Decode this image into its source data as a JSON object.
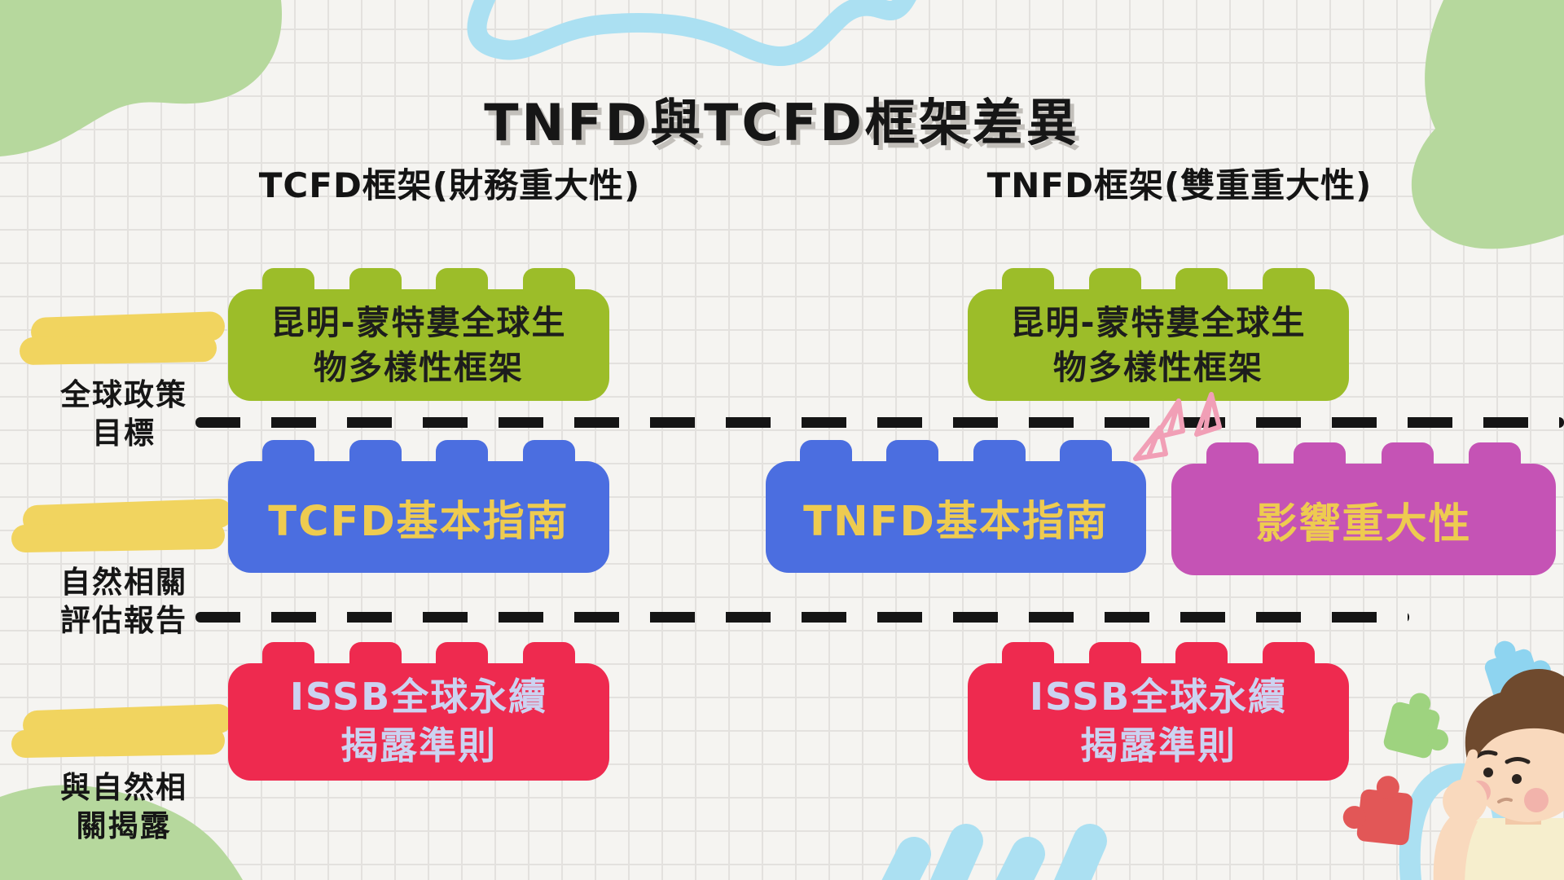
{
  "title": "TNFD與TCFD框架差異",
  "column_headers": {
    "tcfd": "TCFD框架(財務重大性)",
    "tnfd": "TNFD框架(雙重重大性)"
  },
  "row_labels": {
    "row1": "全球政策\n目標",
    "row2": "自然相關\n評估報告",
    "row3": "與自然相\n關揭露"
  },
  "blocks": {
    "kunming_tcfd": "昆明-蒙特婁全球生\n物多樣性框架",
    "kunming_tnfd": "昆明-蒙特婁全球生\n物多樣性框架",
    "tcfd_guide": "TCFD基本指南",
    "tnfd_guide": "TNFD基本指南",
    "impact_materiality": "影響重大性",
    "issb_tcfd": "ISSB全球永續\n揭露準則",
    "issb_tnfd": "ISSB全球永續\n揭露準則"
  },
  "icons": {
    "decorations": [
      "green-blob-top-left",
      "green-blob-top-right",
      "green-blob-bottom-left",
      "blue-squiggle-top",
      "blue-dashes-bottom",
      "paper-plane-doodles",
      "puzzle-piece-blue",
      "puzzle-piece-green",
      "puzzle-piece-red",
      "thinking-person"
    ]
  },
  "colors": {
    "green_block": "#9cbd29",
    "blue_block": "#4b6ee0",
    "purple_block": "#c553b5",
    "red_block": "#ee2a4f",
    "yellow_text": "#eecb50",
    "lavender_text": "#ccd3f1",
    "highlight": "#f1d45f",
    "blob_green": "#b6d89d",
    "light_blue": "#abe0f2",
    "doodle_pink": "#f19fb6",
    "ink": "#1d1d1d"
  }
}
